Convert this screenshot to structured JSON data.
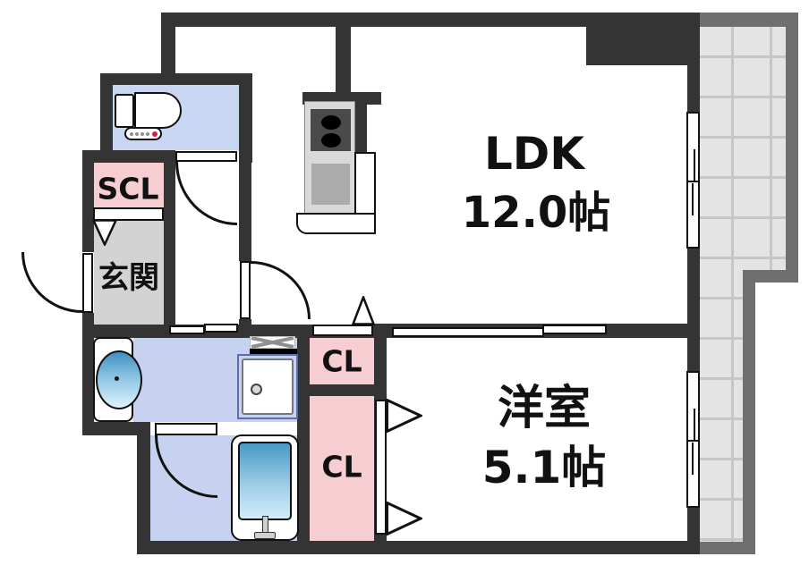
{
  "rooms": {
    "ldk": {
      "label": "LDK",
      "area": "12.0帖"
    },
    "western": {
      "label": "洋室",
      "area": "5.1帖"
    },
    "entrance": {
      "label": "玄関"
    },
    "shoe_closet": {
      "label": "SCL"
    },
    "closet_upper": {
      "label": "CL"
    },
    "closet_lower": {
      "label": "CL"
    }
  },
  "fixtures": {
    "toilet": "toilet-icon",
    "kitchen": "kitchen-stove-icon",
    "basin": "wash-basin-icon",
    "washer_pan": "washing-machine-pan-icon",
    "bathtub": "bathtub-icon"
  },
  "colors": {
    "wall": "#343434",
    "balcony_wall": "#6f6f6f",
    "balcony_tile": "#e4e4e4",
    "room_blue": "#c9d6f1",
    "room_pink": "#f6cdd1",
    "room_gray": "#d3d3d3",
    "water_blue_deep": "#3e92c3",
    "water_blue_light": "#dff2fc",
    "accent_red": "#d81b4a"
  }
}
